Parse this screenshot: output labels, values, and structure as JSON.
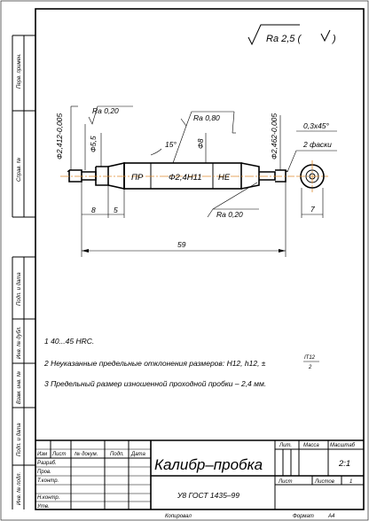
{
  "roughness_general": "Ra 2,5 (",
  "roughness_general_end": ")",
  "left_margin": {
    "perv_primen": "Перв. примен.",
    "sprav_no": "Справ. №",
    "podp_data_1": "Подп. и дата",
    "inv_dubl": "Инв. № дубл.",
    "vzam_inv": "Взам. инв. №",
    "podp_data_2": "Подп. и дата",
    "inv_podl": "Инв. № подл."
  },
  "dimensions": {
    "ra_left": "Ra 0,20",
    "ra_mid": "Ra 0,80",
    "ra_bottom": "Ra 0,20",
    "dia_left": "Ф2,412-0,005",
    "dia_55": "Ф5,5",
    "angle": "15°",
    "dia_8": "Ф8",
    "dia_right": "Ф2,462-0,005",
    "chamfer": "0,3x45°",
    "chamfer_note": "2 фаски",
    "bore_label": "Ф2,4H11",
    "go_label": "ПР",
    "nogo_label": "НЕ",
    "len_8": "8",
    "len_5": "5",
    "len_59": "59",
    "len_7": "7"
  },
  "notes": [
    "1  40...45 HRC.",
    "2  Неуказанные предельные отклонения размеров: H12, h12, ±",
    "3  Предельный размер изношенной проходной пробки – 2,4 мм."
  ],
  "tolerance_frac": {
    "num": "IT12",
    "den": "2"
  },
  "title_block": {
    "name": "Калибр–пробка",
    "material": "У8 ГОСТ 1435–99",
    "header_izm": "Изм",
    "header_list": "Лист",
    "header_doc": "№ докум.",
    "header_podp": "Подп.",
    "header_data": "Дата",
    "razrab": "Разраб.",
    "prov": "Пров.",
    "tkontr": "Т.контр.",
    "nkontr": "Н.контр.",
    "utv": "Утв.",
    "lit": "Лит.",
    "massa": "Масса",
    "masshtab": "Масштаб",
    "scale_value": "2:1",
    "list": "Лист",
    "listov": "Листов",
    "listov_value": "1"
  },
  "footer": {
    "kopiroval": "Копировал",
    "format": "Формат",
    "format_value": "А4"
  }
}
